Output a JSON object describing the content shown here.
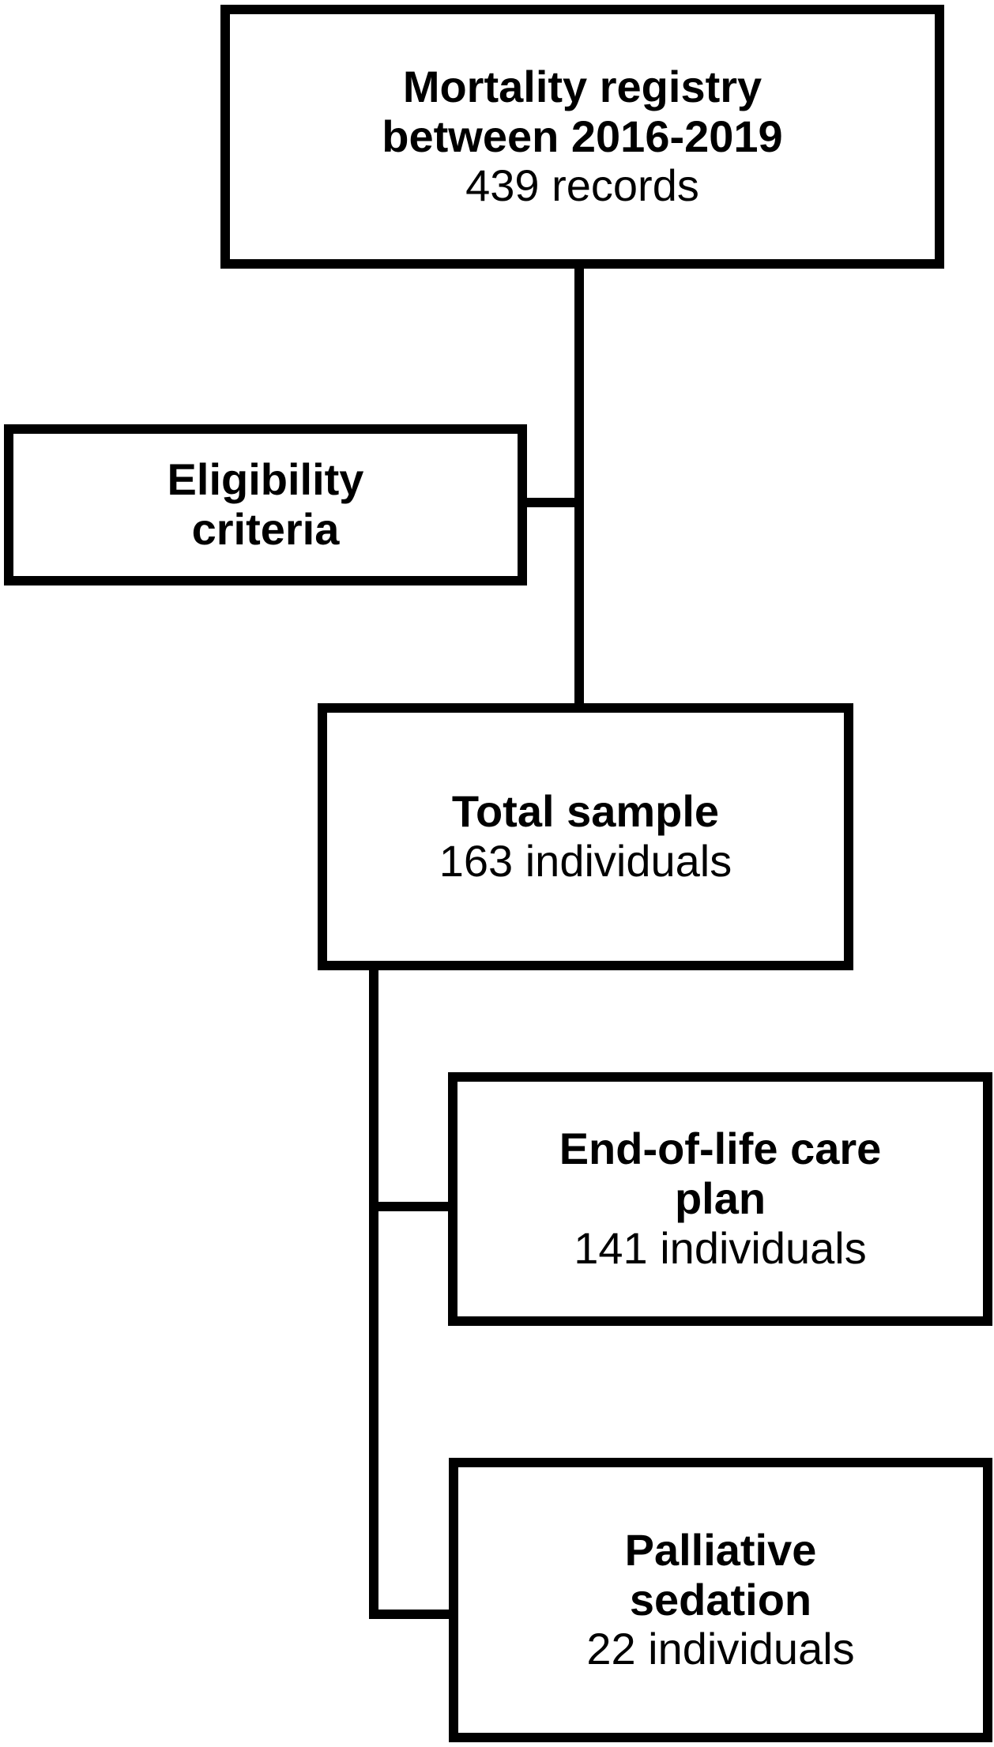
{
  "diagram": {
    "type": "flowchart",
    "title": "Study sample selection flowchart",
    "line_color": "#000000",
    "background_color": "#ffffff",
    "border_color": "#000000",
    "nodes": [
      {
        "id": "registry",
        "name": "mortality-registry",
        "lines": [
          {
            "text": "Mortality registry",
            "weight": "bold"
          },
          {
            "text": "between 2016-2019",
            "weight": "bold"
          },
          {
            "text": "439 records",
            "weight": "normal"
          }
        ],
        "label": "Mortality registry between 2016-2019",
        "count": "439 records",
        "count_value": 439,
        "count_unit": "records"
      },
      {
        "id": "eligibility",
        "name": "eligibility-criteria",
        "lines": [
          {
            "text": "Eligibility",
            "weight": "bold"
          },
          {
            "text": "criteria",
            "weight": "bold"
          }
        ],
        "label": "Eligibility criteria",
        "count": "",
        "count_value": null,
        "count_unit": ""
      },
      {
        "id": "total",
        "name": "total-sample",
        "lines": [
          {
            "text": "Total sample",
            "weight": "bold"
          },
          {
            "text": "163 individuals",
            "weight": "normal"
          }
        ],
        "label": "Total sample",
        "count": "163 individuals",
        "count_value": 163,
        "count_unit": "individuals"
      },
      {
        "id": "eolplan",
        "name": "end-of-life-care-plan",
        "lines": [
          {
            "text": "End-of-life care",
            "weight": "bold"
          },
          {
            "text": "plan",
            "weight": "bold"
          },
          {
            "text": "141 individuals",
            "weight": "normal"
          }
        ],
        "label": "End-of-life care plan",
        "count": "141 individuals",
        "count_value": 141,
        "count_unit": "individuals"
      },
      {
        "id": "palliative",
        "name": "palliative-sedation",
        "lines": [
          {
            "text": "Palliative",
            "weight": "bold"
          },
          {
            "text": "sedation",
            "weight": "bold"
          },
          {
            "text": "22 individuals",
            "weight": "normal"
          }
        ],
        "label": "Palliative sedation",
        "count": "22 individuals",
        "count_value": 22,
        "count_unit": "individuals"
      }
    ],
    "edges": [
      {
        "from": "registry",
        "to": "total",
        "name": "registry-to-total-sample"
      },
      {
        "from": "total",
        "to": "eligibility",
        "name": "eligibility-criteria-branch"
      },
      {
        "from": "total",
        "to": "eolplan",
        "name": "total-to-end-of-life-care-plan"
      },
      {
        "from": "total",
        "to": "palliative",
        "name": "total-to-palliative-sedation"
      }
    ]
  }
}
